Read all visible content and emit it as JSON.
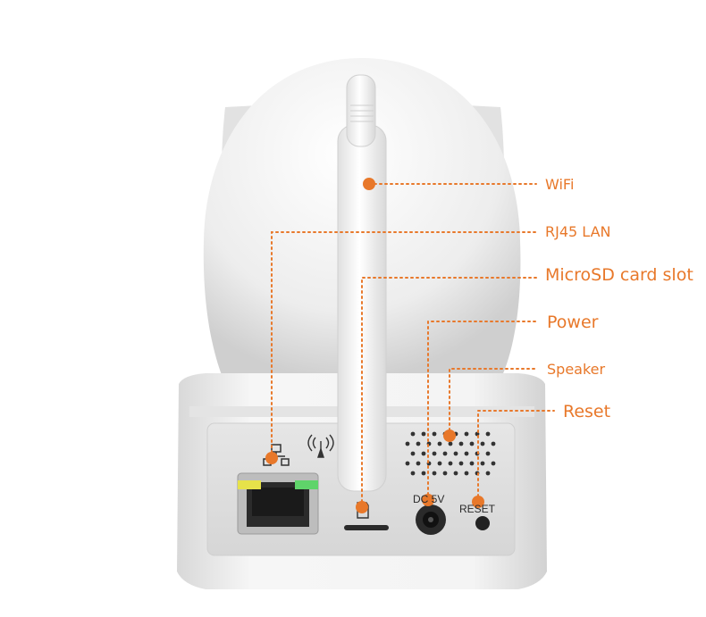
{
  "callouts": {
    "wifi": "WiFi",
    "rj45": "RJ45 LAN",
    "microsd": "MicroSD card slot",
    "power": "Power",
    "speaker": "Speaker",
    "reset": "Reset"
  },
  "device_printing": {
    "dc_5v": "DC 5V",
    "reset": "RESET"
  },
  "colors": {
    "accent": "#e8782a",
    "device_body": "#f2f2f2",
    "panel": "#dcdcdc"
  },
  "icons": [
    "lan-icon",
    "wifi-signal-icon",
    "microsd-icon"
  ]
}
